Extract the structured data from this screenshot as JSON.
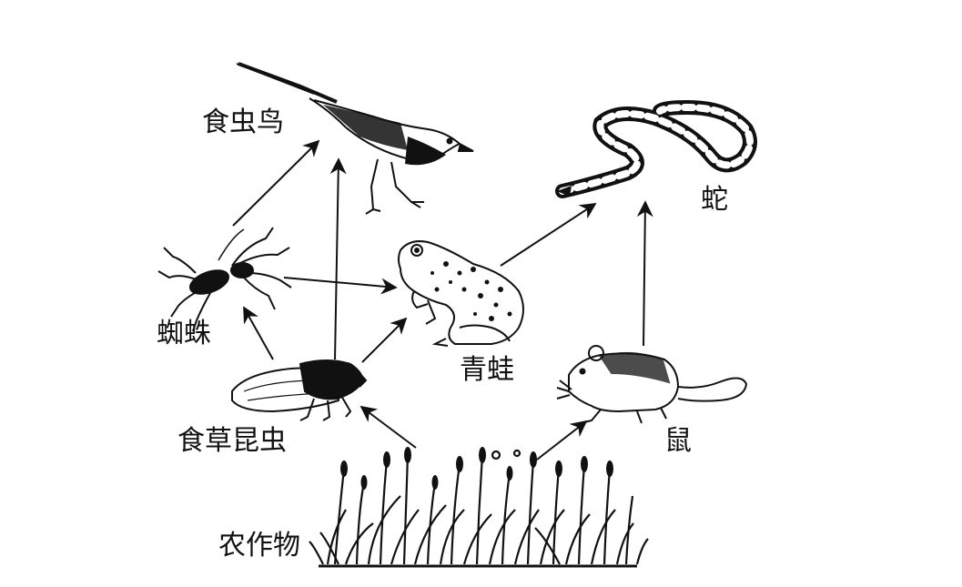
{
  "labels": {
    "bird": "食虫鸟",
    "snake": "蛇",
    "spider": "蜘蛛",
    "frog": "青蛙",
    "insect": "食草昆虫",
    "mouse": "鼠",
    "crops": "农作物"
  },
  "colors": {
    "ink": "#111111",
    "background": "#ffffff"
  },
  "icons": [
    "bird-icon",
    "snake-icon",
    "spider-icon",
    "frog-icon",
    "cicada-icon",
    "mouse-icon",
    "grass-icon"
  ]
}
